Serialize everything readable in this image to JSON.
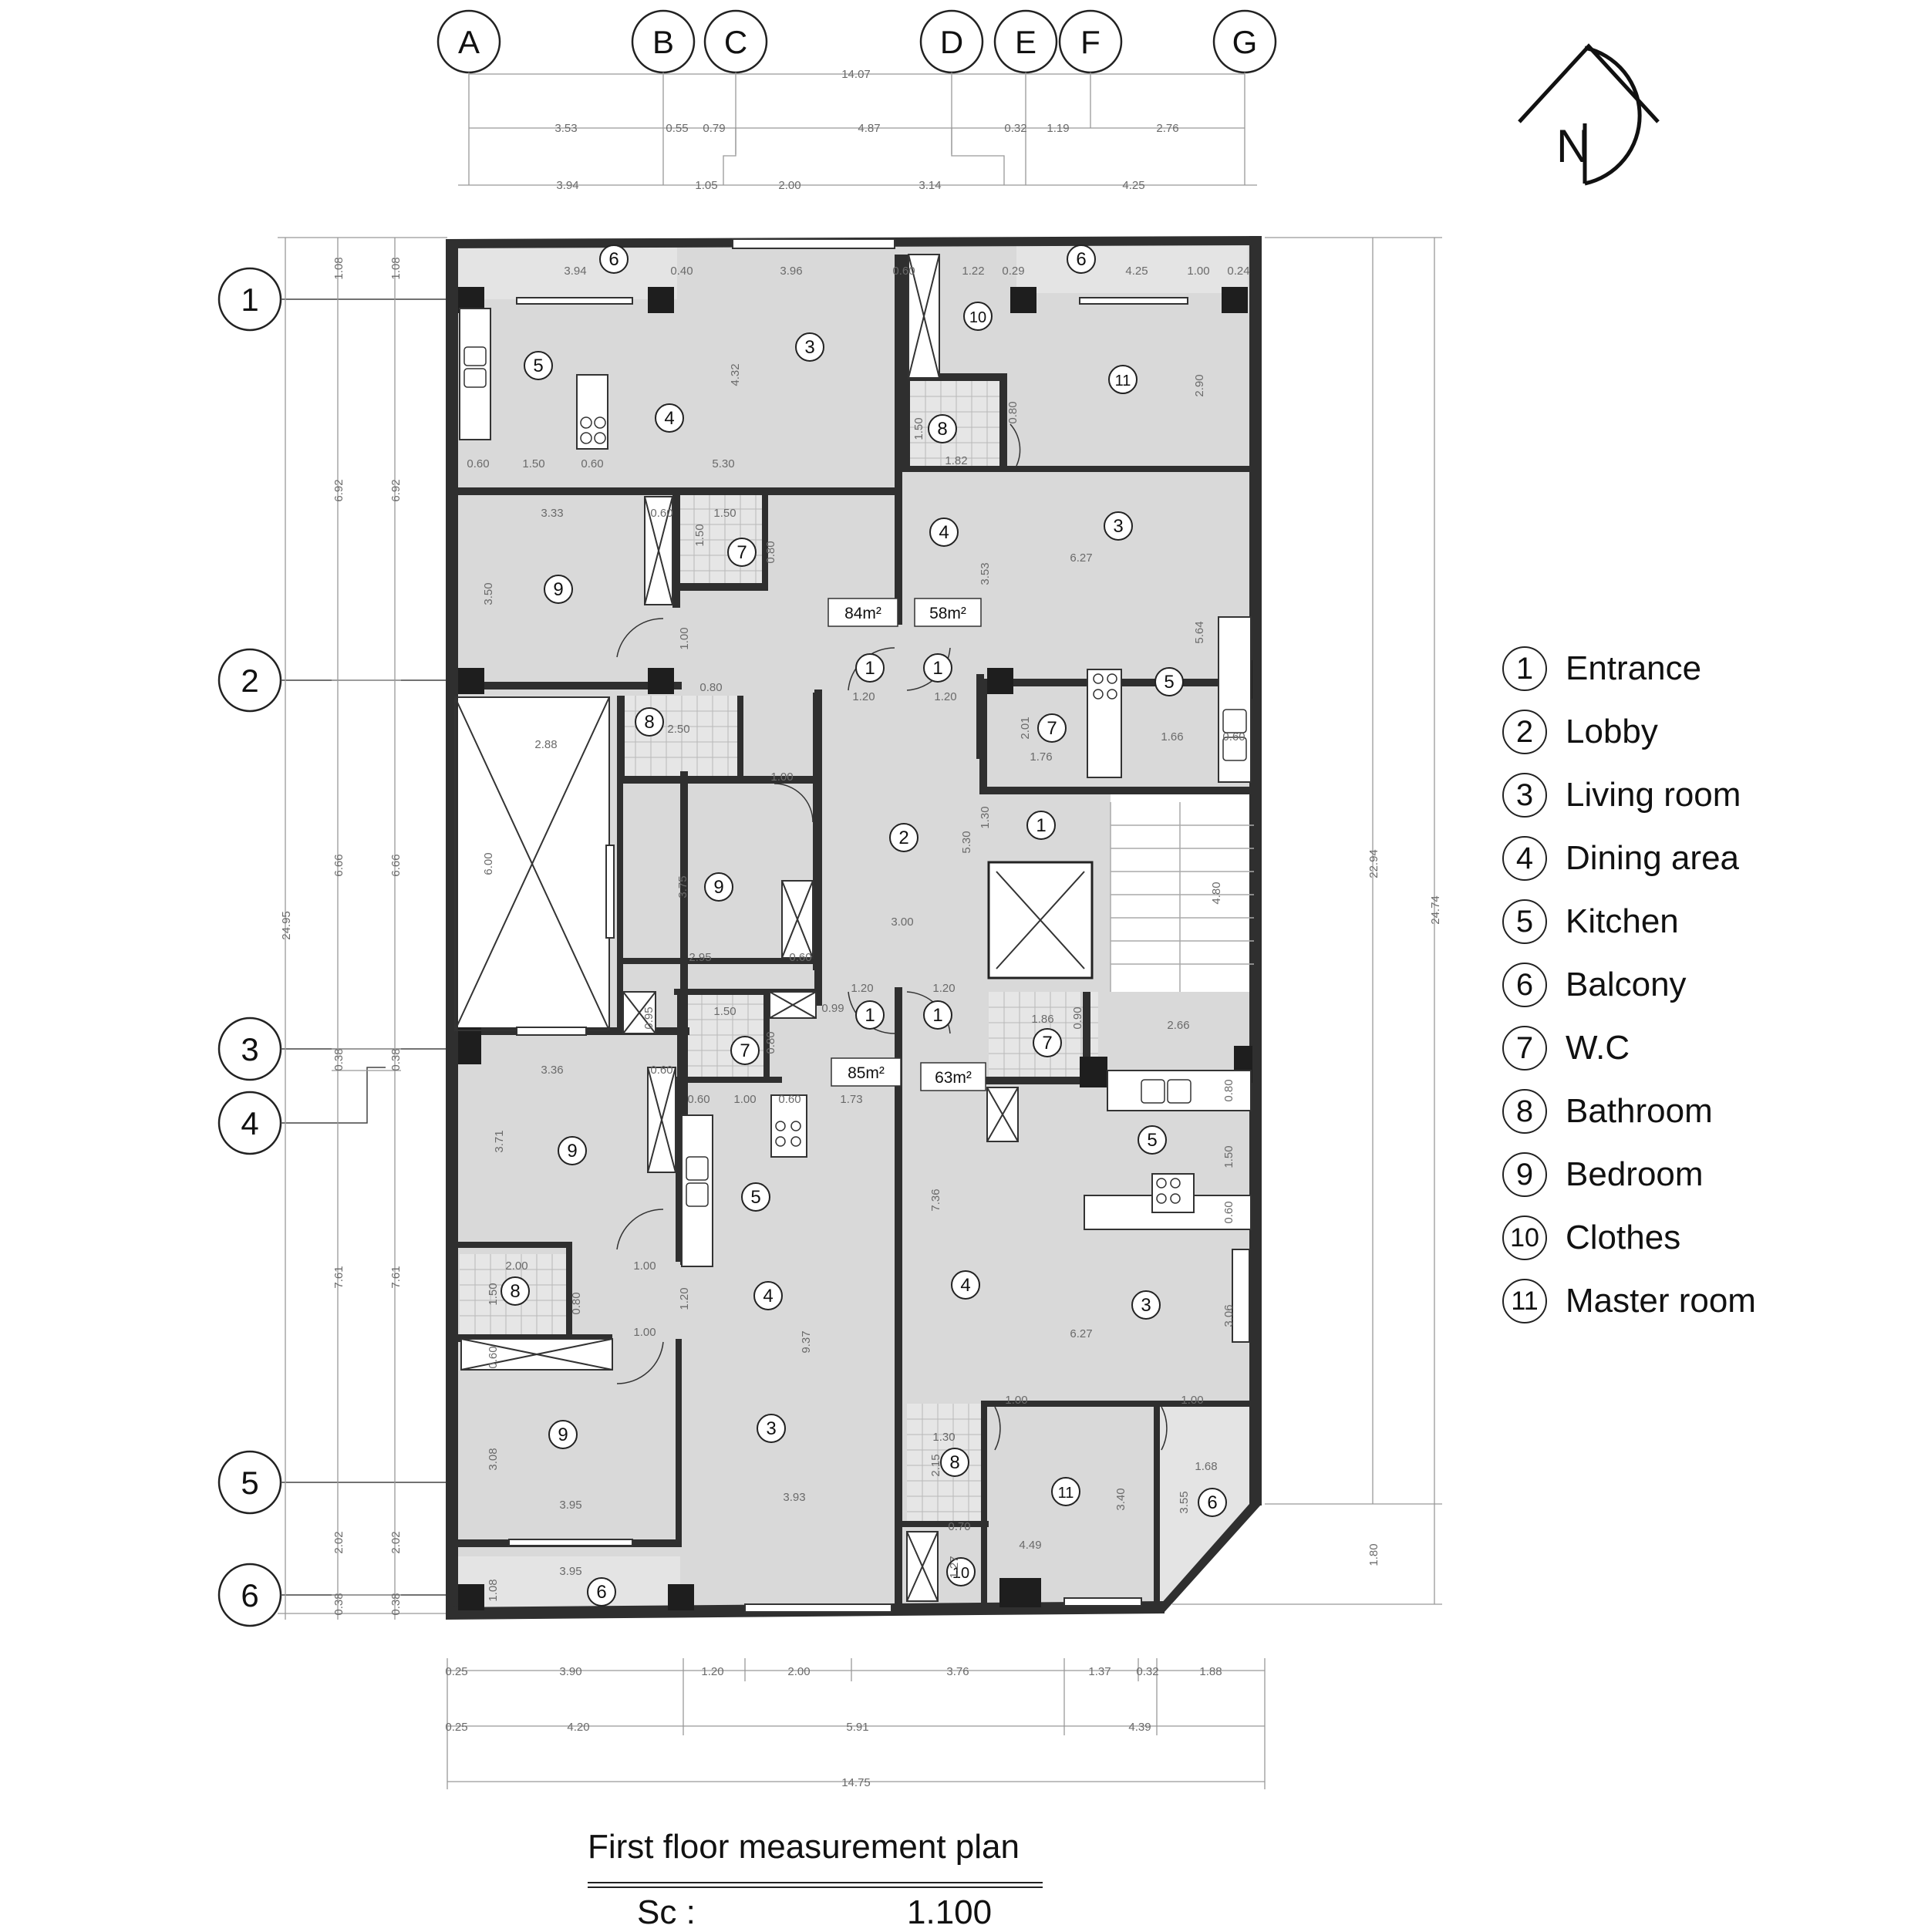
{
  "title": "First floor measurement plan",
  "scale_label": "Sc :",
  "scale_value": "1.100",
  "north_label": "N",
  "grid_columns": [
    "A",
    "B",
    "C",
    "D",
    "E",
    "F",
    "G"
  ],
  "grid_rows": [
    "1",
    "2",
    "3",
    "4",
    "5",
    "6"
  ],
  "legend": [
    {
      "num": "1",
      "label": "Entrance"
    },
    {
      "num": "2",
      "label": "Lobby"
    },
    {
      "num": "3",
      "label": "Living room"
    },
    {
      "num": "4",
      "label": "Dining area"
    },
    {
      "num": "5",
      "label": "Kitchen"
    },
    {
      "num": "6",
      "label": "Balcony"
    },
    {
      "num": "7",
      "label": "W.C"
    },
    {
      "num": "8",
      "label": "Bathroom"
    },
    {
      "num": "9",
      "label": "Bedroom"
    },
    {
      "num": "10",
      "label": "Clothes"
    },
    {
      "num": "11",
      "label": "Master room"
    }
  ],
  "unit_areas": [
    "84m²",
    "58m²",
    "85m²",
    "63m²"
  ],
  "dims_top": {
    "overall": "14.07",
    "row1": [
      "3.53",
      "0.55",
      "0.79",
      "4.87",
      "0.32",
      "1.19",
      "2.76"
    ],
    "row2": [
      "3.94",
      "1.05",
      "2.00",
      "3.14",
      "4.25"
    ]
  },
  "dims_bottom": {
    "row1": [
      "0.25",
      "3.90",
      "1.20",
      "2.00",
      "3.76",
      "1.37",
      "0.32",
      "1.88"
    ],
    "row2": [
      "0.25",
      "4.20",
      "5.91",
      "4.39"
    ],
    "overall": "14.75"
  },
  "dims_left": {
    "overall": "24.95",
    "col_outer": [
      "1.08",
      "6.92",
      "6.66",
      "0.38",
      "7.61",
      "2.02",
      "0.38"
    ],
    "col_inner": [
      "1.08",
      "6.92",
      "6.66",
      "0.38",
      "7.61",
      "2.02",
      "0.38"
    ]
  },
  "dims_right": [
    "22.94",
    "24.74",
    "1.80"
  ],
  "room_dims": [
    "3.94",
    "0.40",
    "3.96",
    "0.60",
    "1.22",
    "0.29",
    "4.25",
    "1.00",
    "0.24",
    "4.32",
    "2.90",
    "0.80",
    "1.50",
    "1.82",
    "0.60",
    "1.50",
    "0.60",
    "5.30",
    "3.33",
    "0.60",
    "1.50",
    "1.50",
    "0.80",
    "3.53",
    "6.27",
    "3.50",
    "5.64",
    "1.00",
    "0.80",
    "2.50",
    "2.88",
    "1.20",
    "1.20",
    "2.01",
    "1.76",
    "1.66",
    "0.60",
    "1.00",
    "1.30",
    "5.30",
    "6.00",
    "3.75",
    "3.00",
    "4.80",
    "2.95",
    "0.60",
    "1.20",
    "1.20",
    "0.95",
    "0.99",
    "1.86",
    "0.90",
    "2.66",
    "1.50",
    "3.36",
    "0.60",
    "0.80",
    "0.60",
    "1.00",
    "0.60",
    "1.73",
    "0.80",
    "3.71",
    "7.36",
    "1.50",
    "2.00",
    "1.00",
    "0.80",
    "1.50",
    "1.20",
    "0.60",
    "1.00",
    "9.37",
    "6.27",
    "3.06",
    "0.60",
    "1.00",
    "1.00",
    "1.30",
    "2.15",
    "3.40",
    "3.55",
    "1.68",
    "3.08",
    "3.95",
    "3.93",
    "0.70",
    "4.49",
    "1.27",
    "3.95",
    "1.08"
  ]
}
